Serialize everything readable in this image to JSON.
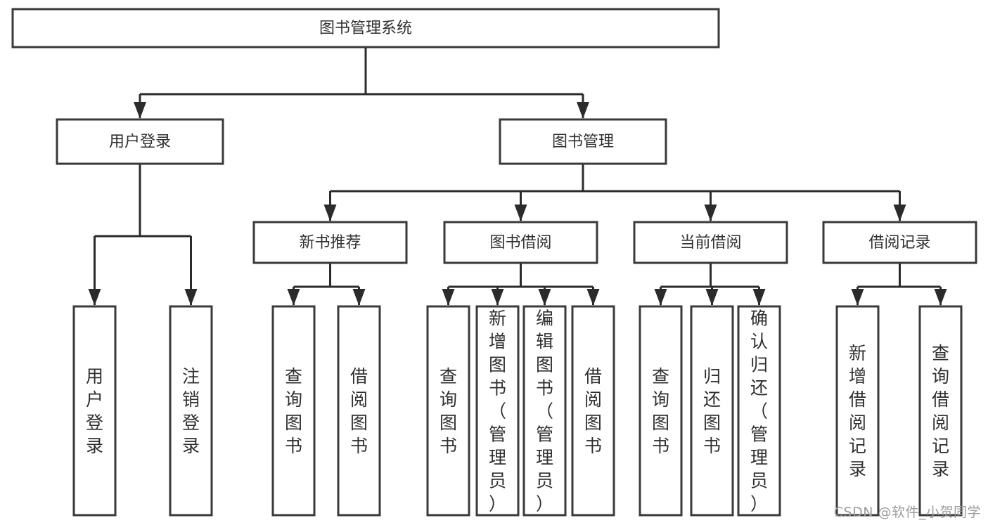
{
  "diagram": {
    "title": "图书管理系统",
    "type": "tree-hierarchy",
    "watermark": "CSDN @软件_小贺同学",
    "colors": {
      "box_stroke": "#3a3a3a",
      "box_fill": "#ffffff",
      "connector": "#2b2b2b",
      "text": "#2f2f2f",
      "watermark": "#9c9c9c",
      "background": "#ffffff"
    },
    "levels": {
      "root": "图书管理系统",
      "level2": [
        "用户登录",
        "图书管理"
      ],
      "level3": [
        "新书推荐",
        "图书借阅",
        "当前借阅",
        "借阅记录"
      ]
    },
    "nodes": {
      "root": {
        "label": "图书管理系统",
        "orientation": "horizontal"
      },
      "user_login": {
        "label": "用户登录",
        "orientation": "horizontal"
      },
      "book_manage": {
        "label": "图书管理",
        "orientation": "horizontal"
      },
      "new_book_rec": {
        "label": "新书推荐",
        "orientation": "horizontal"
      },
      "book_borrow": {
        "label": "图书借阅",
        "orientation": "horizontal"
      },
      "current_borrow": {
        "label": "当前借阅",
        "orientation": "horizontal"
      },
      "borrow_record": {
        "label": "借阅记录",
        "orientation": "horizontal"
      },
      "leaf_user_login": {
        "label": "用户登录",
        "orientation": "vertical"
      },
      "leaf_logout": {
        "label": "注销登录",
        "orientation": "vertical"
      },
      "leaf_query_book_a": {
        "label": "查询图书",
        "orientation": "vertical"
      },
      "leaf_borrow_book_a": {
        "label": "借阅图书",
        "orientation": "vertical"
      },
      "leaf_query_book_b": {
        "label": "查询图书",
        "orientation": "vertical"
      },
      "leaf_add_book": {
        "label": "新增图书（管理员）",
        "orientation": "vertical"
      },
      "leaf_edit_book": {
        "label": "编辑图书（管理员）",
        "orientation": "vertical"
      },
      "leaf_borrow_book_b": {
        "label": "借阅图书",
        "orientation": "vertical"
      },
      "leaf_query_book_c": {
        "label": "查询图书",
        "orientation": "vertical"
      },
      "leaf_return_book": {
        "label": "归还图书",
        "orientation": "vertical"
      },
      "leaf_confirm_return": {
        "label": "确认归还（管理员）",
        "orientation": "vertical"
      },
      "leaf_add_record": {
        "label": "新增借阅记录",
        "orientation": "vertical"
      },
      "leaf_query_record": {
        "label": "查询借阅记录",
        "orientation": "vertical"
      }
    },
    "edges": [
      {
        "from": "root",
        "to": "user_login"
      },
      {
        "from": "root",
        "to": "book_manage"
      },
      {
        "from": "user_login",
        "to": "leaf_user_login"
      },
      {
        "from": "user_login",
        "to": "leaf_logout"
      },
      {
        "from": "book_manage",
        "to": "new_book_rec"
      },
      {
        "from": "book_manage",
        "to": "book_borrow"
      },
      {
        "from": "book_manage",
        "to": "current_borrow"
      },
      {
        "from": "book_manage",
        "to": "borrow_record"
      },
      {
        "from": "new_book_rec",
        "to": "leaf_query_book_a"
      },
      {
        "from": "new_book_rec",
        "to": "leaf_borrow_book_a"
      },
      {
        "from": "book_borrow",
        "to": "leaf_query_book_b"
      },
      {
        "from": "book_borrow",
        "to": "leaf_add_book"
      },
      {
        "from": "book_borrow",
        "to": "leaf_edit_book"
      },
      {
        "from": "book_borrow",
        "to": "leaf_borrow_book_b"
      },
      {
        "from": "current_borrow",
        "to": "leaf_query_book_c"
      },
      {
        "from": "current_borrow",
        "to": "leaf_return_book"
      },
      {
        "from": "current_borrow",
        "to": "leaf_confirm_return"
      },
      {
        "from": "borrow_record",
        "to": "leaf_add_record"
      },
      {
        "from": "borrow_record",
        "to": "leaf_query_record"
      }
    ]
  }
}
